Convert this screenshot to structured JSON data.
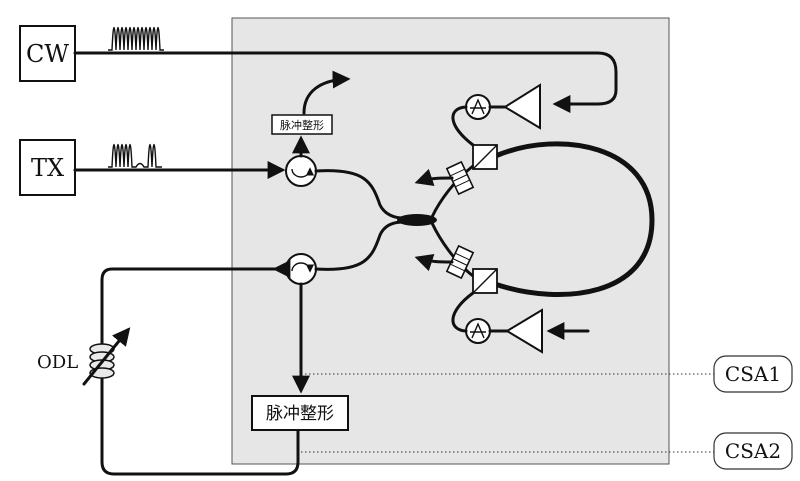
{
  "sources": {
    "cw_label": "CW",
    "tx_label": "TX"
  },
  "ps_block_small_label": "脉冲整形",
  "ps_block_large_label": "脉冲整形",
  "odl_label": "ODL",
  "outputs": {
    "csa1_label": "CSA1",
    "csa2_label": "CSA2"
  },
  "colors": {
    "chip_background": "#e6e6e6",
    "stroke": "#111111"
  }
}
